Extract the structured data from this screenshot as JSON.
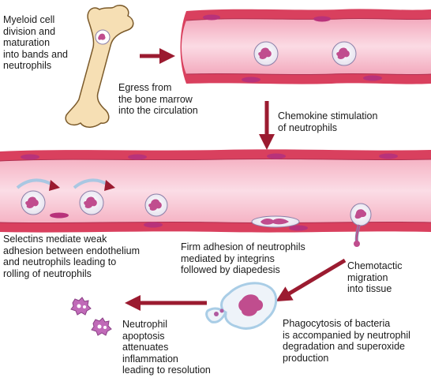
{
  "labels": {
    "myeloid": "Myeloid cell\ndivision and\nmaturation\ninto bands and\nneutrophils",
    "egress": "Egress from\nthe bone marrow\ninto the circulation",
    "chemokine": "Chemokine stimulation\nof neutrophils",
    "selectins": "Selectins mediate weak\nadhesion between endothelium\nand neutrophils leading to\nrolling of neutrophils",
    "firm_adhesion": "Firm adhesion of neutrophils\nmediated by integrins\nfollowed by diapedesis",
    "chemotactic": "Chemotactic\nmigration\ninto tissue",
    "phagocytosis": "Phagocytosis of bacteria\nis accompanied by neutrophil\ndegradation and superoxide\nproduction",
    "apoptosis": "Neutrophil\napoptosis\nattenuates\ninflammation\nleading to resolution"
  },
  "colors": {
    "vessel_wall": "#d9405e",
    "vessel_lumen": "#f7c6d3",
    "endothelial_nucleus": "#b8327a",
    "neutrophil_nucleus": "#c04d8e",
    "arrow": "#9b1b30",
    "bone": "#f6dfb4",
    "rolling_arrow": "#a9c7e2",
    "macrophage": "#a9cde6"
  }
}
